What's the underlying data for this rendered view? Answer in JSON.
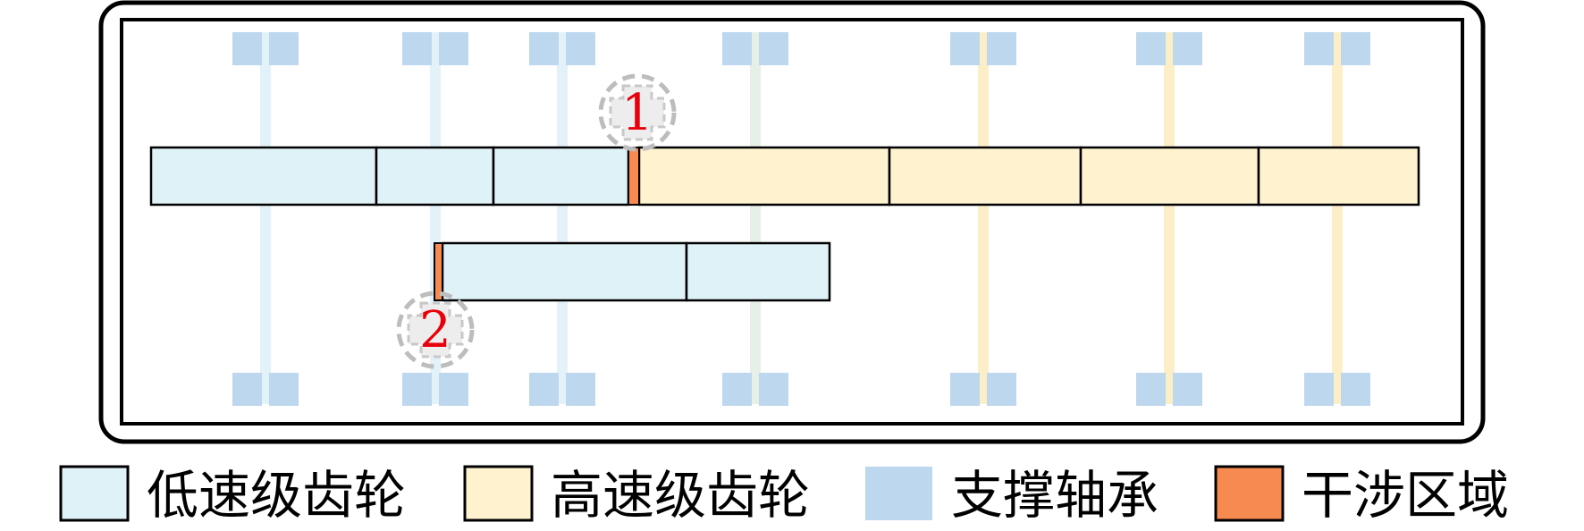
{
  "colors": {
    "low_speed_fill": "#DFF2F8",
    "high_speed_fill": "#FEF2CF",
    "bearing_fill": "#BDD7EE",
    "interference_fill": "#F78A50",
    "low_shaft": "#E3F2F8",
    "high_shaft": "#FCEFC8",
    "mixed_shaft": "#E6F0E6",
    "marker_text": "#E8000B",
    "outline": "#000000"
  },
  "markers": [
    {
      "label": "1",
      "icon": "dashed-cross-marker-icon"
    },
    {
      "label": "2",
      "icon": "dashed-cross-marker-icon"
    }
  ],
  "legend": [
    {
      "label": "低速级齿轮",
      "swatch": "low_speed_fill"
    },
    {
      "label": "高速级齿轮",
      "swatch": "high_speed_fill"
    },
    {
      "label": "支撑轴承",
      "swatch": "bearing_fill"
    },
    {
      "label": "干涉区域",
      "swatch": "interference_fill"
    }
  ]
}
